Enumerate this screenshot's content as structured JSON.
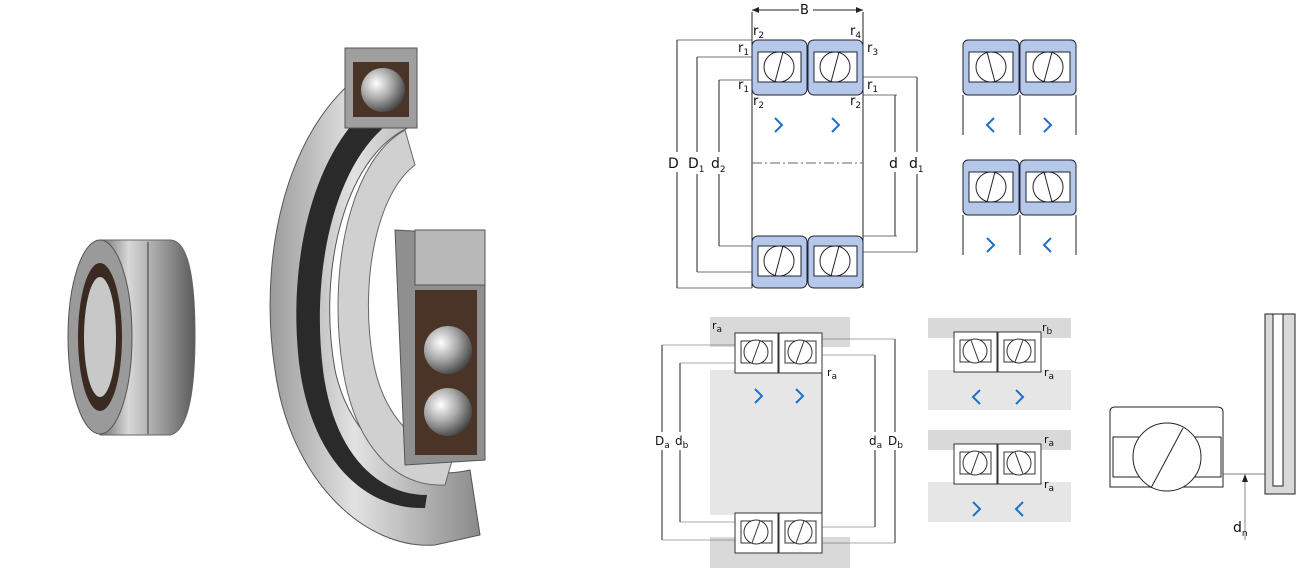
{
  "colors": {
    "bearing_blue": "#b6c8ea",
    "arrow_blue": "#1f6fcf",
    "housing_gray": "#d9d9d9",
    "line": "#222222"
  },
  "photos": {
    "small_bearing": "small-bearing-photo",
    "cutaway_bearing": "cutaway-bearing-photo"
  },
  "dims": {
    "B": "B",
    "r1a": "r",
    "r1a_s": "1",
    "r2a": "r",
    "r2a_s": "2",
    "r4": "r",
    "r4_s": "4",
    "r3": "r",
    "r3_s": "3",
    "r1b": "r",
    "r1b_s": "1",
    "r2b": "r",
    "r2b_s": "2",
    "r1c": "r",
    "r1c_s": "1",
    "r2c": "r",
    "r2c_s": "2",
    "D": "D",
    "D1": "D",
    "D1_s": "1",
    "d2": "d",
    "d2_s": "2",
    "d": "d",
    "d1": "d",
    "d1_s": "1"
  },
  "mount": {
    "ra_top": "r",
    "ra_top_s": "a",
    "ra_mid": "r",
    "ra_mid_s": "a",
    "Da": "D",
    "Da_s": "a",
    "db": "d",
    "db_s": "b",
    "da": "d",
    "da_s": "a",
    "Db": "D",
    "Db_s": "b"
  },
  "mount_small": {
    "rb": "r",
    "rb_s": "b",
    "ra1": "r",
    "ra1_s": "a",
    "ra2": "r",
    "ra2_s": "a",
    "ra3": "r",
    "ra3_s": "a"
  },
  "nozzle": {
    "dn": "d",
    "dn_s": "n"
  }
}
